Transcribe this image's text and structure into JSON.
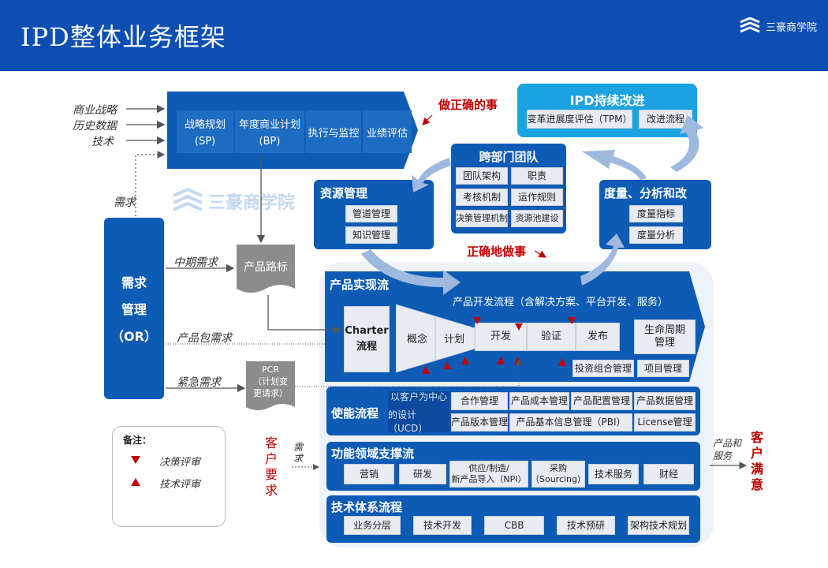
{
  "header": {
    "title": "IPD整体业务框架",
    "brand": "三豪商学院"
  },
  "watermark": "三豪商学院",
  "inputs": {
    "a": "商业战略",
    "b": "历史数据",
    "c": "技术"
  },
  "strategy": {
    "sp1": "战略规划",
    "sp2": "(SP)",
    "bp1": "年度商业计划",
    "bp2": "(BP)",
    "exec": "执行与监控",
    "eval": "业绩评估"
  },
  "labels": {
    "do_right_thing": "做正确的事",
    "do_things_right": "正确地做事",
    "demand": "需求",
    "mid_demand": "中期需求",
    "pkg_demand": "产品包需求",
    "urgent_demand": "紧急需求",
    "cust_req": "客户要求",
    "req_small": "需求",
    "prod_service": "产品和服务",
    "cust_sat": "客户满意"
  },
  "or_box": {
    "l1": "需求",
    "l2": "管理",
    "l3": "（OR）"
  },
  "roadmap": "产品路标",
  "pcr": {
    "l1": "PCR",
    "l2": "（计划变",
    "l3": "更请求）"
  },
  "ipd_improve": {
    "title": "IPD持续改进",
    "b1": "变革进展度评估（TPM）",
    "b2": "改进流程"
  },
  "team": {
    "title": "跨部门团队",
    "items": [
      "团队架构",
      "职责",
      "考核机制",
      "运作规则",
      "决策管理机制",
      "资源池建设"
    ]
  },
  "resource": {
    "title": "资源管理",
    "items": [
      "管道管理",
      "知识管理"
    ]
  },
  "measure": {
    "title": "度量、分析和改",
    "items": [
      "度量指标",
      "度量分析"
    ]
  },
  "realization": {
    "title": "产品实现流",
    "subtitle": "产品开发流程（含解决方案、平台开发、服务）",
    "charter": "Charter",
    "charter2": "流程",
    "phases": [
      "概念",
      "计划",
      "开发",
      "验证",
      "发布"
    ],
    "lifecycle": "生命周期",
    "lifecycle2": "管理",
    "portfolio": "投资组合管理",
    "project": "项目管理"
  },
  "enable": {
    "title": "使能流程",
    "ucd1": "以客户为中心",
    "ucd2": "的设计（UCD）",
    "items": [
      "合作管理",
      "产品成本管理",
      "产品配置管理",
      "产品数据管理",
      "产品版本管理",
      "产品基本信息管理（PBI）",
      "License管理"
    ]
  },
  "func": {
    "title": "功能领域支撑流",
    "items": [
      "营销",
      "研发",
      "供应/制造/",
      "新产品导入（NPI）",
      "采购",
      "（Sourcing）",
      "技术服务",
      "财经"
    ]
  },
  "tech": {
    "title": "技术体系流程",
    "items": [
      "业务分层",
      "技术开发",
      "CBB",
      "技术预研",
      "架构技术规划"
    ]
  },
  "legend": {
    "title": "备注：",
    "decision": "决策评审",
    "technical": "技术评审"
  },
  "colors": {
    "primary": "#0d5bb5",
    "header": "#0b4fb3",
    "cyan": "#1aa3e0",
    "red": "#c00000",
    "arrow": "#9fb9de"
  }
}
